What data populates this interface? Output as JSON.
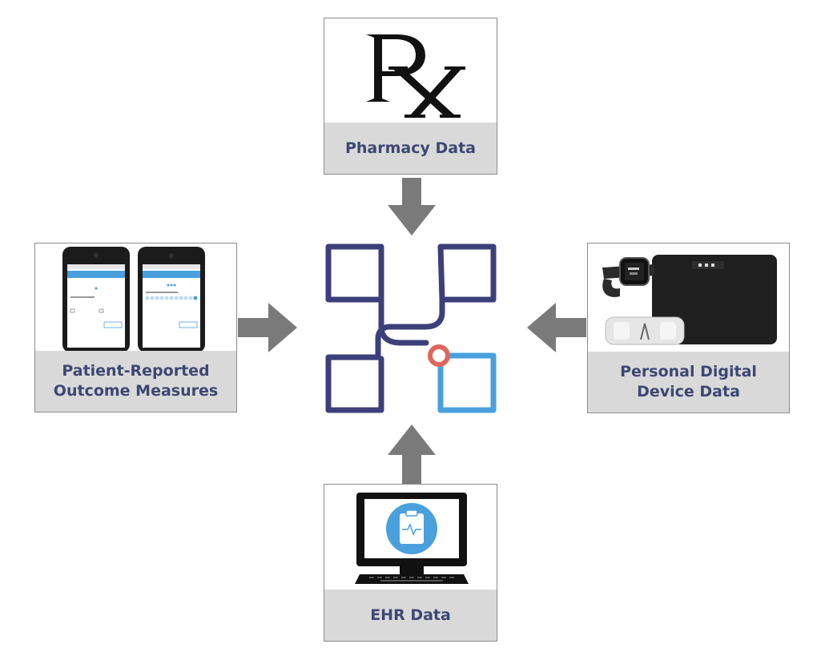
{
  "colors": {
    "label_text": "#3d4773",
    "label_bg": "#d9d9d9",
    "arrow": "#7a7a7a",
    "logo_dark": "#3d3f7a",
    "logo_light": "#4aa0dc",
    "logo_node": "#e0665c"
  },
  "cards": {
    "pharmacy": {
      "label": "Pharmacy Data",
      "icon": "rx-symbol-icon"
    },
    "pro": {
      "label": "Patient-Reported\nOutcome Measures",
      "icon": "smartphones-survey-icon"
    },
    "device": {
      "label": "Personal Digital\nDevice Data",
      "icon": "wearable-devices-icon"
    },
    "ehr": {
      "label": "EHR Data",
      "icon": "computer-monitor-clipboard-icon"
    }
  }
}
